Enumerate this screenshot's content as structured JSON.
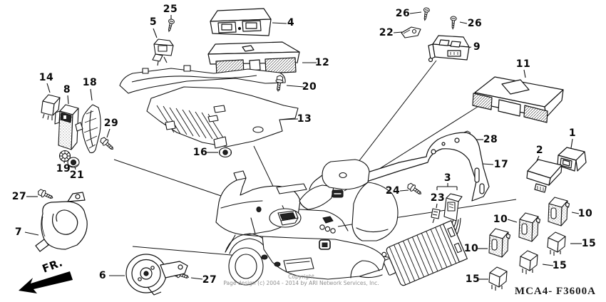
{
  "diagram": {
    "code": "MCA4- F3600A",
    "copyright_line1": "Copyright",
    "copyright_line2": "Page design (c) 2004 - 2014 by ARI Network Services, Inc.",
    "fr_label": "FR."
  },
  "callouts": [
    {
      "label": "25"
    },
    {
      "label": "5"
    },
    {
      "label": "4"
    },
    {
      "label": "12"
    },
    {
      "label": "20"
    },
    {
      "label": "13"
    },
    {
      "label": "16"
    },
    {
      "label": "14"
    },
    {
      "label": "8"
    },
    {
      "label": "18"
    },
    {
      "label": "29"
    },
    {
      "label": "19"
    },
    {
      "label": "21"
    },
    {
      "label": "27"
    },
    {
      "label": "7"
    },
    {
      "label": "6"
    },
    {
      "label": "27"
    },
    {
      "label": "26"
    },
    {
      "label": "22"
    },
    {
      "label": "26"
    },
    {
      "label": "9"
    },
    {
      "label": "11"
    },
    {
      "label": "28"
    },
    {
      "label": "17"
    },
    {
      "label": "1"
    },
    {
      "label": "2"
    },
    {
      "label": "24"
    },
    {
      "label": "3"
    },
    {
      "label": "23"
    },
    {
      "label": "10"
    },
    {
      "label": "10"
    },
    {
      "label": "10"
    },
    {
      "label": "15"
    },
    {
      "label": "15"
    },
    {
      "label": "15"
    }
  ]
}
